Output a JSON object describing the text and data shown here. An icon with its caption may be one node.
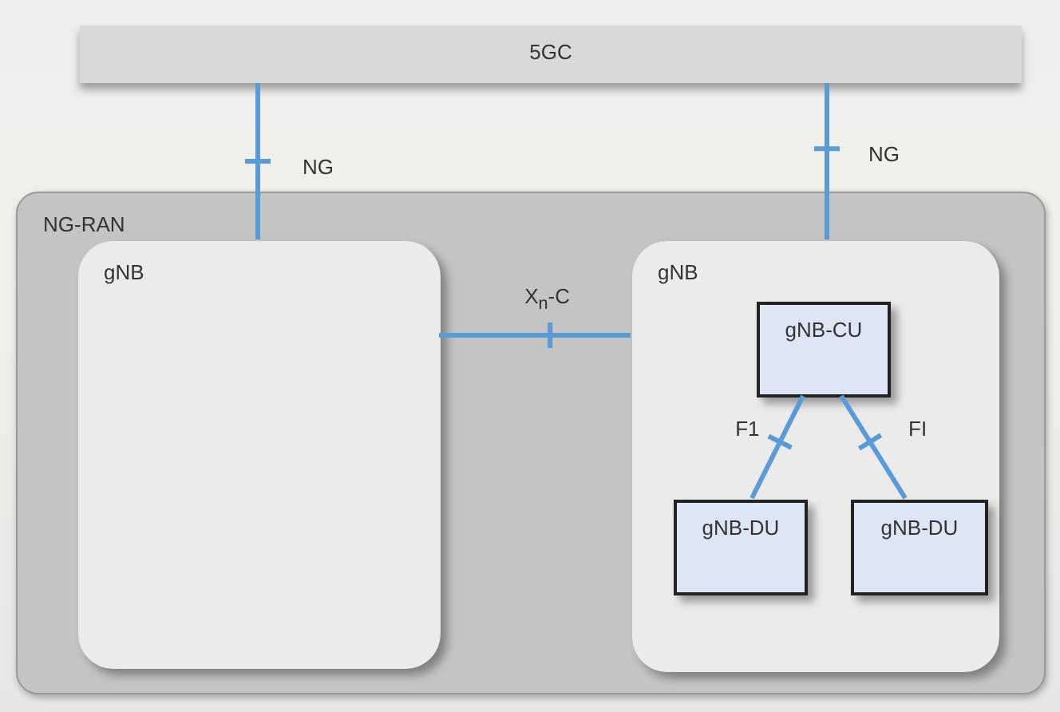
{
  "diagram": {
    "nodes": [
      {
        "text": [
          "5GC"
        ]
      },
      {
        "text": [
          "NG-RAN"
        ]
      },
      {
        "text": [
          "gNB"
        ],
        "in": 1
      },
      {
        "text": [
          "gNB"
        ],
        "in": 1
      },
      {
        "text": [
          "gNB-CU"
        ],
        "in": 3
      },
      {
        "text": [
          "gNB-DU"
        ],
        "in": 3
      },
      {
        "text": [
          "gNB-DU"
        ],
        "in": 3
      }
    ],
    "edges": [
      {
        "from": 0,
        "to": 2,
        "arrow": "none",
        "label": "NG"
      },
      {
        "from": 0,
        "to": 3,
        "arrow": "none",
        "label": "NG"
      },
      {
        "from": 2,
        "to": 3,
        "arrow": "none",
        "label": "X$_{n}$-C"
      },
      {
        "from": 4,
        "to": 5,
        "arrow": "none",
        "label": "F1"
      },
      {
        "from": 4,
        "to": 6,
        "arrow": "none",
        "label": "FI"
      }
    ]
  }
}
